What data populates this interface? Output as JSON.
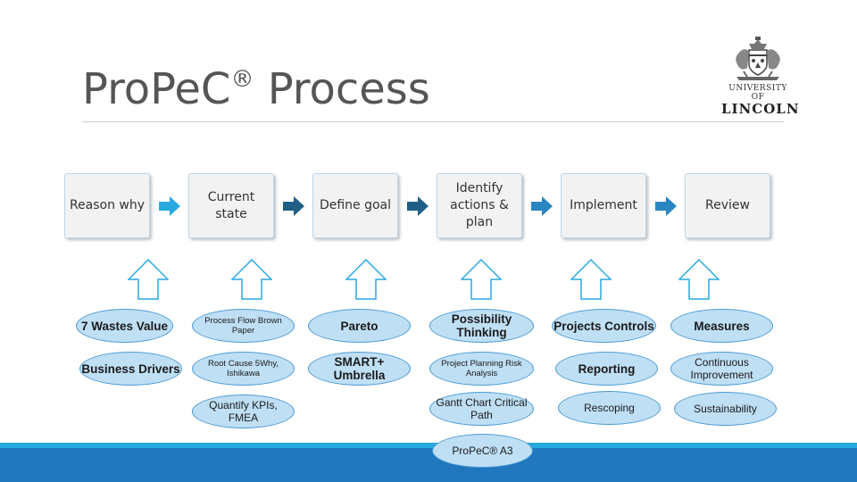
{
  "title": "ProPeC",
  "title_mark": "®",
  "title_suffix": "Process",
  "logo": {
    "line1": "UNIVERSITY OF",
    "line2": "LINCOLN",
    "icon": "coat-of-arms-icon"
  },
  "steps": [
    "Reason why",
    "Current state",
    "Define goal",
    "Identify actions & plan",
    "Implement",
    "Review"
  ],
  "tools": {
    "reason_why": [
      "7 Wastes Value",
      "Business Drivers"
    ],
    "current_state": [
      "Process Flow Brown Paper",
      "Root Cause 5Why, Ishikawa",
      "Quantify KPIs, FMEA"
    ],
    "define_goal": [
      "Pareto",
      "SMART+ Umbrella"
    ],
    "identify_actions": [
      "Possibility Thinking",
      "Project Planning Risk Analysis",
      "Gantt Chart Critical Path",
      "ProPeC® A3"
    ],
    "implement": [
      "Projects Controls",
      "Reporting",
      "Rescoping"
    ],
    "review": [
      "Measures",
      "Continuous Improvement",
      "Sustainability"
    ]
  },
  "colors": {
    "arrow_light": "#29a9e0",
    "arrow_dark": "#1f5f85",
    "pill_fill": "#bfdff4",
    "pill_border": "#4a9ad4",
    "band_light": "#29a9e0",
    "band_dark": "#2177bd"
  }
}
